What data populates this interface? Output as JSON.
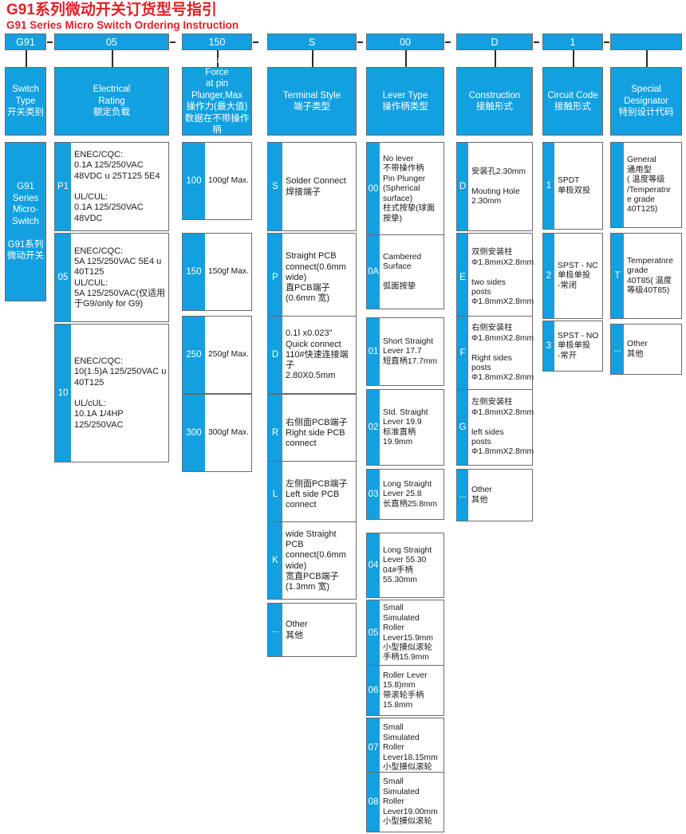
{
  "title": {
    "cn": "G91系列微动开关订货型号指引",
    "en": "G91 Series Micro Switch Ordering Instruction",
    "color": "#e11f26"
  },
  "theme": {
    "blue": "#12a0e0",
    "border": "#6b6b6b",
    "text": "#1a1a1a"
  },
  "separator": "–",
  "code_row": [
    {
      "value": "G91"
    },
    {
      "value": "05"
    },
    {
      "value": "150"
    },
    {
      "value": "S"
    },
    {
      "value": "00"
    },
    {
      "value": "D"
    },
    {
      "value": "1"
    },
    {
      "value": ""
    }
  ],
  "columns": [
    {
      "id": "switch-type",
      "header": "Switch\nType\n开关类别",
      "options": [
        {
          "code": "",
          "text": "G91\nSeries\nMicro-\nSwitch\n\nG91系列\n微动开关",
          "style": "header-like"
        }
      ]
    },
    {
      "id": "electrical-rating",
      "header": "Electrical\nRating\n额定负载",
      "options": [
        {
          "code": "P1",
          "text": "ENEC/CQC:\n0.1A 125/250VAC\n48VDC u 25T125 5E4\n\nUL/CUL:\n0.1A 125/250VAC\n48VDC"
        },
        {
          "code": "05",
          "text": "ENEC/CQC:\n5A 125/250VAC 5E4 u\n40T125\nUL/CUL:\n5A 125/250VAC(仅适用\n于G9/only for G9)"
        },
        {
          "code": "10",
          "text": "ENEC/CQC:\n10(1.5)A 125/250VAC u\n40T125\n\nUL/cUL:\n10.1A 1/4HP\n125/250VAC"
        }
      ]
    },
    {
      "id": "operating-force",
      "header": "Operating Force\nat pin\nPlunger,Max\n操作力(最大值)\n数据在不带操作柄\n测得",
      "options": [
        {
          "code": "100",
          "text": "100gf Max."
        },
        {
          "code": "150",
          "text": "150gf Max."
        },
        {
          "code": "250",
          "text": "250gf Max."
        },
        {
          "code": "300",
          "text": "300gf Max."
        }
      ]
    },
    {
      "id": "terminal-style",
      "header": "Terminal Style\n端子类型",
      "options": [
        {
          "code": "S",
          "text": "Solder Connect\n焊接端子"
        },
        {
          "code": "P",
          "text": "Straight PCB\nconnect(0.6mm\nwide)\n直PCB端子\n(0.6mm 宽)"
        },
        {
          "code": "D",
          "text": "0.1Ⅰ x0.023\"\nQuick connect\n110#快速连接端子\n2.80X0.5mm"
        },
        {
          "code": "R",
          "text": " 右侧面PCB端子\nRight side PCB\nconnect"
        },
        {
          "code": "L",
          "text": "左侧面PCB端子\nLeft side PCB\nconnect"
        },
        {
          "code": "K",
          "text": "wide  Straight\nPCB\nconnect(0.6mm\nwide)\n宽直PCB端子\n(1.3mm 宽)"
        },
        {
          "code": "...",
          "text": "Other\n其他"
        }
      ]
    },
    {
      "id": "lever-type",
      "header": "Lever Type\n操作柄类型",
      "options": [
        {
          "code": "00",
          "text": "No lever\n不带操作柄\nPin Plunger\n(Spherical\nsurface)\n柱式按挚(球面\n按挚)"
        },
        {
          "code": "0A",
          "text": "Cambered\nSurface\n\n弧面按挚"
        },
        {
          "code": "01",
          "text": "Short Straight\nLever 17.7\n短直柄17.7mm"
        },
        {
          "code": "02",
          "text": "Std. Straight\nLever 19.9\n标准直柄\n19.9mm"
        },
        {
          "code": "03",
          "text": "Long Straight\nLever 25.8\n长直柄25.8mm"
        },
        {
          "code": "04",
          "text": "Long Straight\nLever 55.30\n04#手柄\n55.30mm"
        },
        {
          "code": "05",
          "text": "Small\nSimulated\nRoller\nLever15.9mm\n小型摸似滚轮\n手柄15.9mm"
        },
        {
          "code": "06",
          "text": "Roller Lever\n15.8)mm\n带滚轮手柄\n15.8mm"
        },
        {
          "code": "07",
          "text": "Small\nSimulated\nRoller\nLever18.15mm\n小型摸似滚轮"
        },
        {
          "code": "08",
          "text": "Small\nSimulated\nRoller\nLever19.00mm\n小型摸似滚轮"
        }
      ]
    },
    {
      "id": "construction",
      "header": "Construction\n接触形式",
      "options": [
        {
          "code": "D",
          "text": "安装孔2.30mm\n\nMouting Hole\n2.30mm"
        },
        {
          "code": "E",
          "text": "双侧安装柱\nΦ1.8mmX2.8mm\n\ntwo sides\nposts\nΦ1.8mmX2.8mm"
        },
        {
          "code": "F",
          "text": "右侧安装柱\nΦ1.8mmX2.8mm\n\nRight  sides\nposts\nΦ1.8mmX2.8mm"
        },
        {
          "code": "G",
          "text": "左侧安装柱\nΦ1.8mmX2.8mm\n\nleft    sides\nposts\nΦ1.8mmX2.8mm"
        },
        {
          "code": "...",
          "text": "Other\n其他"
        }
      ]
    },
    {
      "id": "circuit-code",
      "header": "Circuit Code\n接触形式",
      "options": [
        {
          "code": "1",
          "text": "SPDT\n单极双投"
        },
        {
          "code": "2",
          "text": "SPST - NC\n单极单投\n-常闭"
        },
        {
          "code": "3",
          "text": "SPST - NO\n单极单投\n-常开"
        }
      ]
    },
    {
      "id": "special-designator",
      "header": "Special\nDesignator\n特别设计代码",
      "options": [
        {
          "code": "",
          "text": "General\n通用型\n( 温度等级\n/Temperatnr\ne grade\n40T125)"
        },
        {
          "code": "T",
          "text": "Temperatnre\ngrade\n40T85( 温度\n等级40T85)"
        },
        {
          "code": "...",
          "text": "Other\n其他"
        }
      ]
    }
  ]
}
